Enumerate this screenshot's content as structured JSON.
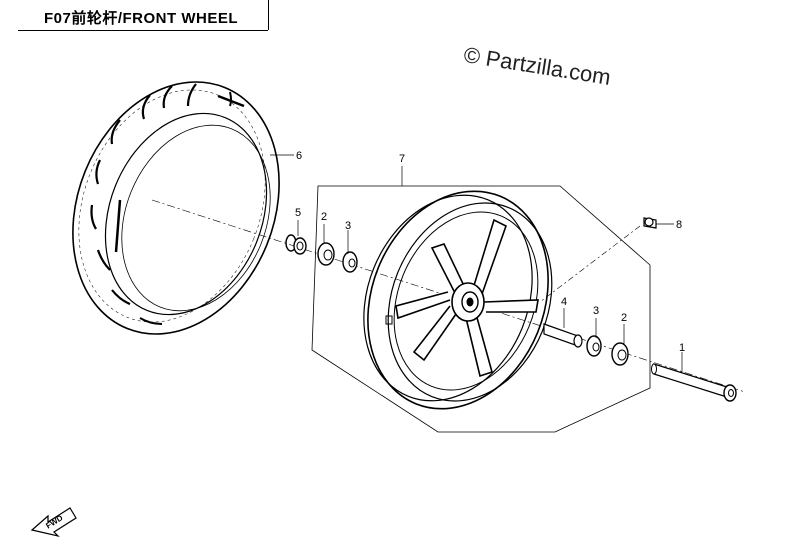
{
  "diagram": {
    "title": "F07前轮杆/FRONT  WHEEL",
    "watermark": "© Partzilla.com",
    "fwd_label": "FWD"
  },
  "callouts": [
    {
      "id": "1",
      "label": "1"
    },
    {
      "id": "2a",
      "label": "2"
    },
    {
      "id": "2b",
      "label": "2"
    },
    {
      "id": "3a",
      "label": "3"
    },
    {
      "id": "3b",
      "label": "3"
    },
    {
      "id": "4",
      "label": "4"
    },
    {
      "id": "5",
      "label": "5"
    },
    {
      "id": "6",
      "label": "6"
    },
    {
      "id": "7",
      "label": "7"
    },
    {
      "id": "8",
      "label": "8"
    }
  ]
}
